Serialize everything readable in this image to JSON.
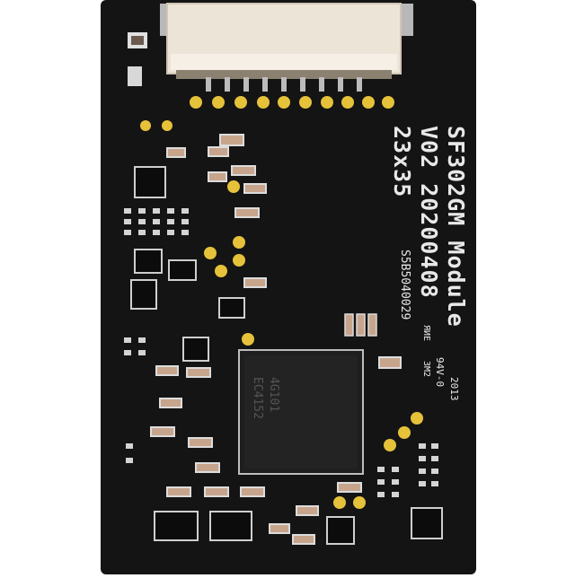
{
  "image": {
    "subject": "pcb-module-board",
    "colors": {
      "background": "#ffffff",
      "board": "#141414",
      "silkscreen": "#e8e8e8",
      "gold_pad": "#e6c23a",
      "connector": "#ece4d6",
      "chip": "#1e1e1e",
      "resistor_body": "#c7a58c"
    }
  },
  "silkscreen": {
    "model": "SF302GM Module",
    "version": "V02 20200408",
    "size": "23x35",
    "serial": "S5B5040029",
    "rating": "94V-0",
    "year": "2013",
    "mark_a": "ЯИE",
    "mark_b": "3M2"
  },
  "chip": {
    "line_a": "4G101",
    "line_b": "EC4152"
  }
}
